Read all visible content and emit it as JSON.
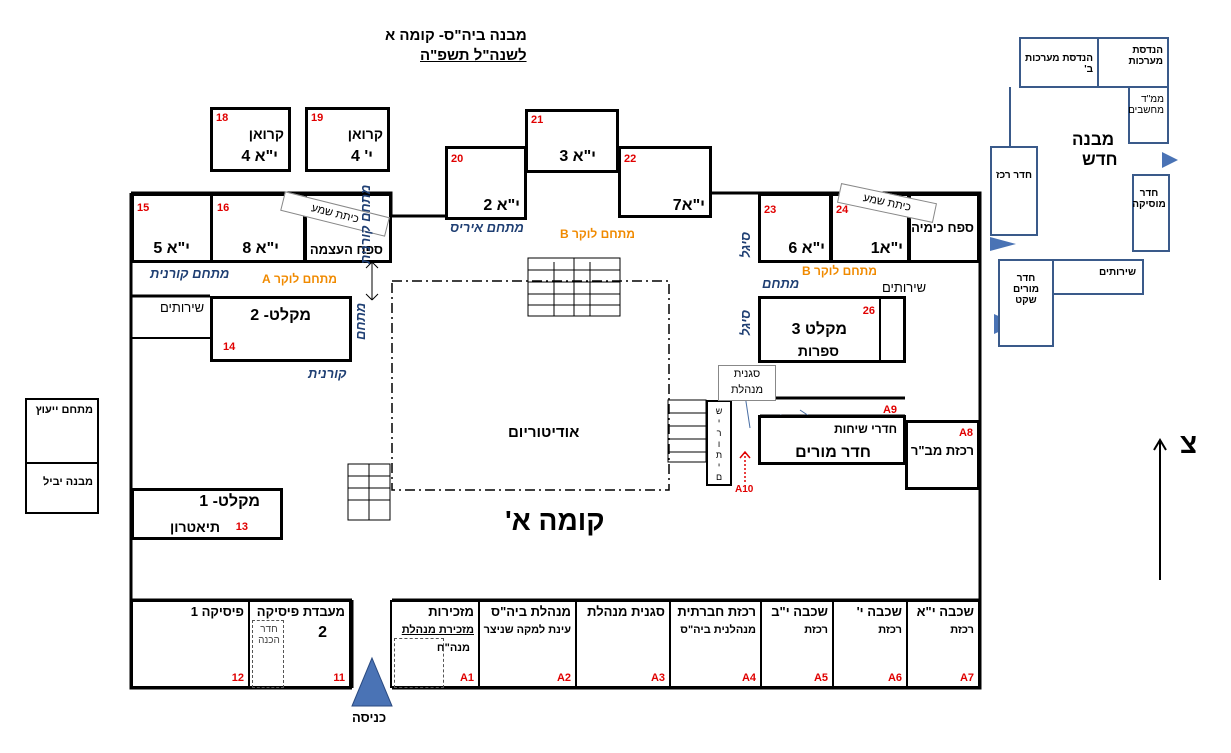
{
  "title": {
    "line1": "מבנה ביה\"ס- קומה א",
    "line2": "לשנה\"ל תשפ\"ה"
  },
  "floor_label": "קומה א'",
  "auditorium": "אודיטוריום",
  "entrance": "כניסה",
  "north": "צ",
  "rooms": {
    "r18": {
      "num": "18",
      "name": "קרואן",
      "cls": "י\"א 4"
    },
    "r19": {
      "num": "19",
      "name": "קרואן",
      "cls": "י' 4"
    },
    "r21": {
      "num": "21",
      "cls": "י\"א 3"
    },
    "r20": {
      "num": "20",
      "cls": "י\"א 2"
    },
    "r22": {
      "num": "22",
      "cls": "י\"א7"
    },
    "r15": {
      "num": "15",
      "cls": "י\"א 5"
    },
    "r16": {
      "num": "16",
      "cls": "י\"א 8"
    },
    "r17": {
      "num": "17",
      "name": "ספח העצמה",
      "sign": "כיתת שמע"
    },
    "r23": {
      "num": "23",
      "cls": "י\"א 6"
    },
    "r24": {
      "num": "24",
      "cls": "י\"א1",
      "sign": "כיתת שמע"
    },
    "chem": "ספח כימיה",
    "shelter2": {
      "name": "מקלט- 2",
      "num": "14"
    },
    "shelter3": {
      "name": "מקלט 3",
      "sub": "ספרות",
      "num": "26"
    },
    "shelter1": {
      "name": "מקלט- 1",
      "sub": "תיאטרון",
      "num": "13"
    },
    "toilets_left": "שירותים",
    "toilets_right": "שירותים",
    "vice_principal": "סגנית מנהלת",
    "teachers": "חדר מורים",
    "talk_rooms": "חדרי שיחות",
    "a9": "A9",
    "a8": {
      "num": "A8",
      "name": "רכזת מב\"ר"
    },
    "a10": "A10",
    "toilet_vertical": [
      "ש",
      "י",
      "ר",
      "ו",
      "ת",
      "י",
      "ם"
    ]
  },
  "bottom_rooms": [
    {
      "name": "פיסיקה 1",
      "num": "12"
    },
    {
      "name": "מעבדת פיסיקה",
      "extra": "2",
      "prep": "חדר הכנה",
      "num": "11"
    },
    {
      "name": "מזכירות",
      "sub": "מזכירת מנהלת",
      "sub2": "מנה\"ח",
      "num": "A1"
    },
    {
      "name": "מנהלת ביה\"ס",
      "sub": "עינת למקה שניצר",
      "num": "A2"
    },
    {
      "name": "סגנית מנהלת",
      "num": "A3"
    },
    {
      "name": "רכזת חברתית",
      "sub": "מנהלנית ביה\"ס",
      "num": "A4"
    },
    {
      "name": "שכבה י\"ב",
      "sub": "רכזת",
      "num": "A5"
    },
    {
      "name": "שכבה י'",
      "sub": "רכזת",
      "num": "A6"
    },
    {
      "name": "שכבה י\"א",
      "sub": "רכזת",
      "num": "A7"
    }
  ],
  "zones": {
    "lockerA": "מתחם לוקר A",
    "lockerB1": "מתחם לוקר B",
    "lockerB2": "מתחם לוקר B",
    "koranit1": "מתחם קורנית",
    "koranit2": "קורנית",
    "koranit_vert": "מתחם קורנית",
    "mitcham_vert": "מתחם",
    "iris": "מתחם איריס",
    "sigal1": "סיגל",
    "sigal2": "סיגל",
    "mitcham_sigal": "מתחם"
  },
  "side": {
    "counsel": "מתחם ייעוץ",
    "yavil": "מבנה יביל"
  },
  "new_building": {
    "label1": "מבנה",
    "label2": "חדש",
    "eng": "הנדסת מערכות",
    "eng_b": "הנדסת מערכות ב'",
    "cs": "ממ\"ד מחשבים",
    "music": "חדר מוסיקה",
    "dance": "חדר רכז",
    "toilets": "שירותים",
    "quiet": "חדר מורים שקט"
  },
  "colors": {
    "wall": "#000000",
    "num": "#e00000",
    "zone": "#1f3f73",
    "locker": "#f08a00",
    "new_building": "#3a5a8a",
    "arrow": "#4a6fa5"
  }
}
